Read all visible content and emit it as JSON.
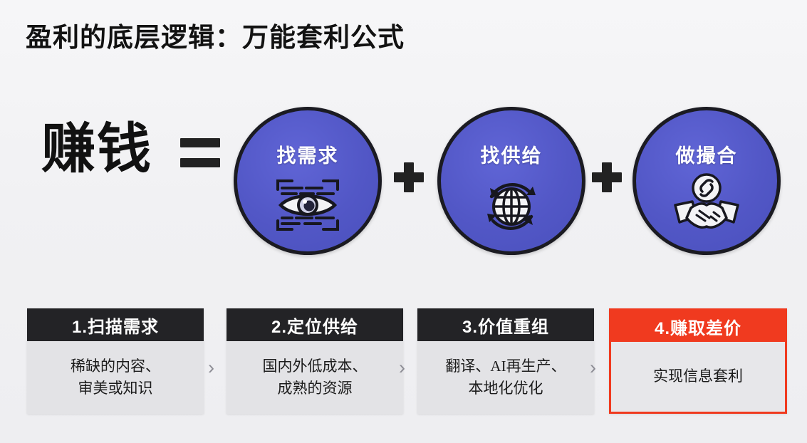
{
  "slide": {
    "title": "盈利的底层逻辑：万能套利公式",
    "background_color": "#f2f2f4"
  },
  "formula": {
    "subject": "赚钱",
    "equals_sign": "=",
    "operator_1": "+",
    "operator_2": "+",
    "accent_color": "#5257c6",
    "circles": [
      {
        "label": "找需求",
        "icon": "eye-scan-icon"
      },
      {
        "label": "找供给",
        "icon": "globe-cycle-icon"
      },
      {
        "label": "做撮合",
        "icon": "handshake-link-icon"
      }
    ]
  },
  "steps": {
    "separator": "›",
    "highlight_color": "#f03a1f",
    "header_color": "#232326",
    "items": [
      {
        "heading": "1.扫描需求",
        "body_line_1": "稀缺的内容、",
        "body_line_2": "审美或知识",
        "highlighted": "false"
      },
      {
        "heading": "2.定位供给",
        "body_line_1": "国内外低成本、",
        "body_line_2": "成熟的资源",
        "highlighted": "false"
      },
      {
        "heading": "3.价值重组",
        "body_line_1": "翻译、AI再生产、",
        "body_line_2": "本地化优化",
        "highlighted": "false"
      },
      {
        "heading": "4.赚取差价",
        "body_line_1": "实现信息套利",
        "body_line_2": "",
        "highlighted": "true"
      }
    ]
  }
}
